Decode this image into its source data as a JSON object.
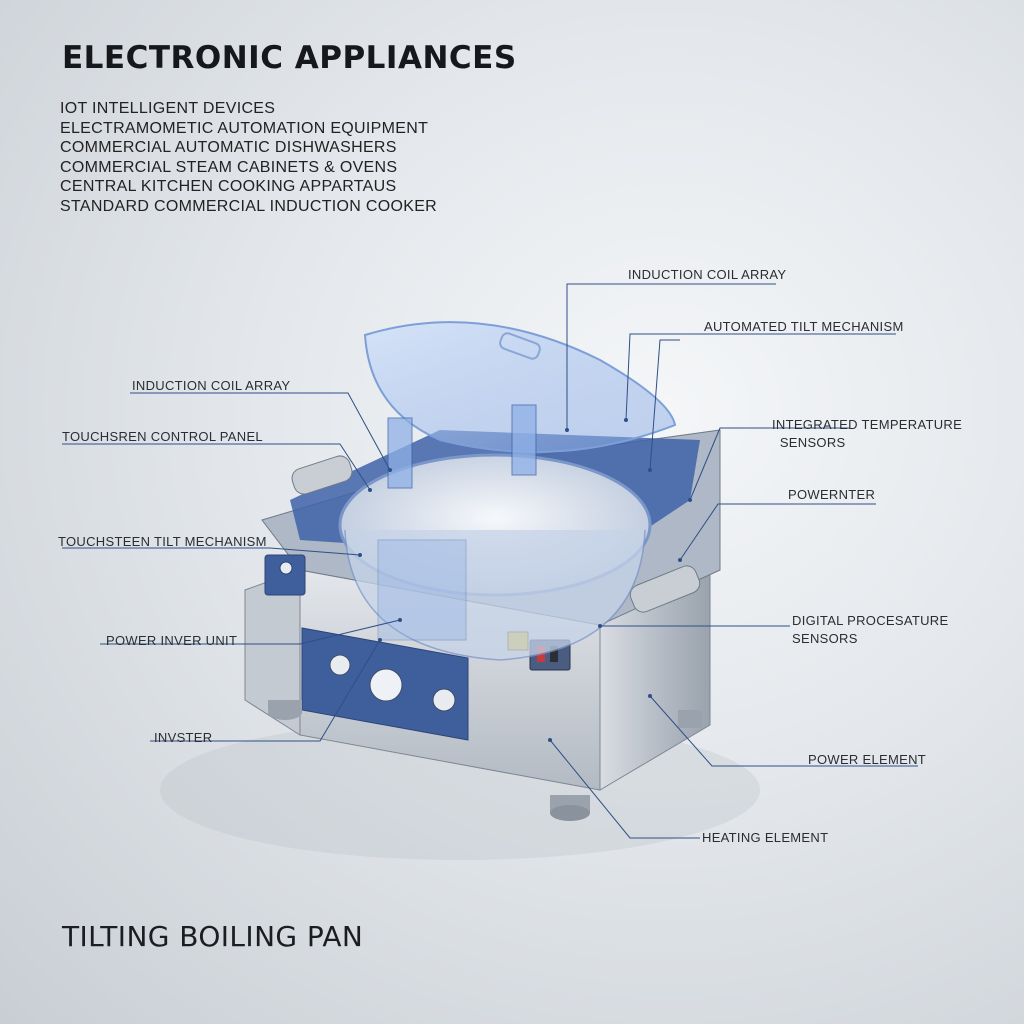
{
  "header": {
    "title": "ELECTRONIC APPLIANCES",
    "categories": [
      "IOT INTELLIGENT DEVICES",
      "ELECTRAMOMETIC AUTOMATION EQUIPMENT",
      "COMMERCIAL AUTOMATIC DISHWASHERS",
      "COMMERCIAL STEAM CABINETS & OVENS",
      "CENTRAL KITCHEN COOKING APPARTAUS",
      "STANDARD COMMERCIAL INDUCTION COOKER"
    ]
  },
  "callouts": {
    "left": [
      "INDUCTION COIL ARRAY",
      "TOUCHSREN CONTROL PANEL",
      "TOUCHSTEEN TILT MECHANISM",
      "POWER INVER UNIT",
      "INVSTER"
    ],
    "right": [
      "INDUCTION COIL ARRAY",
      "AUTOMATED TILT MECHANISM",
      "INTEGRATED TEMPERATURE\n  SENSORS",
      "POWERNTER",
      "DIGITAL PROCESATURE\nSENSORS",
      "POWER ELEMENT",
      "HEATING ELEMENT"
    ]
  },
  "footer": {
    "title": "TILTING BOILING PAN"
  },
  "colors": {
    "leader_line": "#2f4f86",
    "steel": "#b9c0c8",
    "glass_blue": "#6f93d6",
    "panel_blue": "#3d5f9e"
  }
}
